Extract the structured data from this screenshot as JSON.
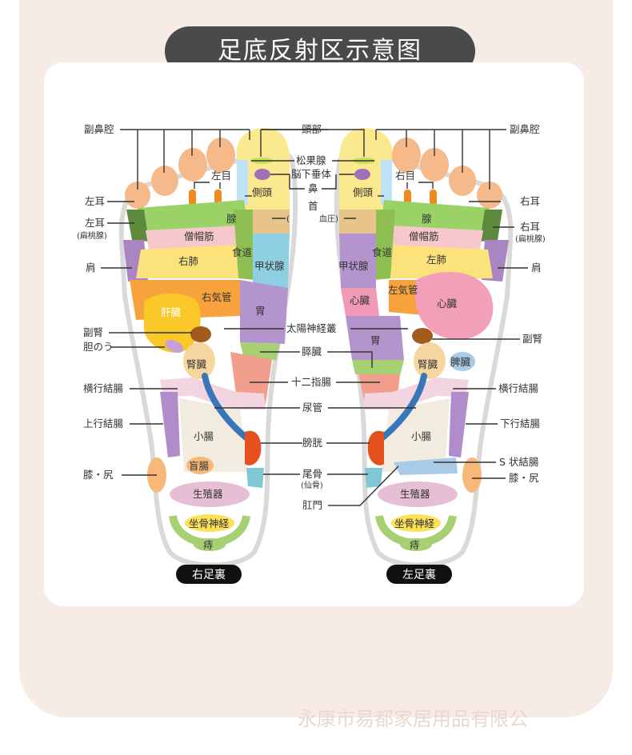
{
  "title": "足底反射区示意图",
  "feet": {
    "right_caption": "右足裏",
    "left_caption": "左足裏"
  },
  "center_labels": {
    "head": "頭部",
    "pineal": "松果腺",
    "pituitary": "脳下垂体",
    "nose": "鼻",
    "neck": "首",
    "paren": "(",
    "blood_pressure": "血圧)",
    "solar_plexus": "太陽神経叢",
    "pancreas": "膵臓",
    "duodenum": "十二指腸",
    "ureter": "尿管",
    "bladder": "膀胱",
    "coccyx": "尾骨",
    "sacrum": "(仙骨)",
    "anus": "肛門"
  },
  "right_foot_outer_labels": {
    "sinus": "副鼻腔",
    "left_ear": "左耳",
    "left_ear2": "左耳",
    "tonsil": "(扁桃腺)",
    "shoulder": "肩",
    "adrenal": "副腎",
    "gallbladder": "胆のう",
    "transverse_colon": "横行結腸",
    "ascending_colon": "上行結腸",
    "knee_hip": "膝・尻"
  },
  "left_foot_outer_labels": {
    "sinus": "副鼻腔",
    "right_ear": "右耳",
    "right_ear2": "右耳",
    "tonsil": "(扁桃腺)",
    "shoulder": "肩",
    "adrenal": "副腎",
    "transverse_colon": "横行結腸",
    "descending_colon": "下行結腸",
    "sigmoid_colon": "S 状結腸",
    "knee_hip": "膝・尻"
  },
  "right_foot_zones": {
    "left_eye": "左目",
    "temporal": "側頭",
    "gland": "腺",
    "trapezius": "僧帽筋",
    "right_lung": "右肺",
    "esophagus": "食道",
    "thyroid": "甲状腺",
    "right_bronchus": "右気管",
    "liver": "肝臓",
    "stomach": "胃",
    "kidney": "腎臓",
    "small_intestine": "小腸",
    "cecum": "盲腸",
    "genitals": "生殖器",
    "sciatic": "坐骨神経",
    "hemorrhoid": "痔"
  },
  "left_foot_zones": {
    "right_eye": "右目",
    "temporal": "側頭",
    "gland": "腺",
    "trapezius": "僧帽筋",
    "left_lung": "左肺",
    "esophagus": "食道",
    "thyroid": "甲状腺",
    "left_bronchus": "左気管",
    "heart": "心臓",
    "heart2": "心臓",
    "stomach": "胃",
    "kidney": "腎臓",
    "spleen": "脾臓",
    "small_intestine": "小腸",
    "genitals": "生殖器",
    "sciatic": "坐骨神経",
    "hemorrhoid": "痔"
  },
  "footer_text": "永康市易都家居用品有限公",
  "colors": {
    "background": "#f6ebe5",
    "title_pill": "#4b4a4a",
    "caption_pill": "#111111"
  }
}
